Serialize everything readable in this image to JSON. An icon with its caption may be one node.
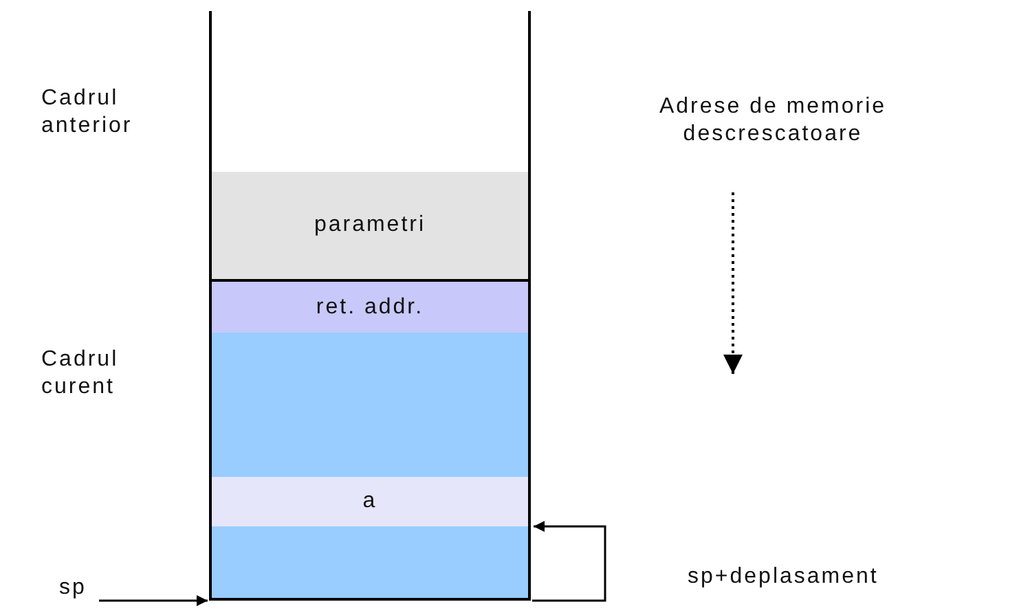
{
  "diagram": {
    "nodes": [
      {
        "text": [
          "parametri"
        ]
      },
      {
        "text": [
          "ret. addr."
        ]
      },
      {
        "text": [],
        "shape": "box"
      },
      {
        "text": [
          "a"
        ]
      },
      {
        "text": [],
        "shape": "box"
      },
      {
        "text": [
          "sp"
        ]
      }
    ],
    "edges": [
      {
        "from": 5,
        "to": 4,
        "arrow": "to"
      },
      {
        "from": 4,
        "to": 3,
        "arrow": "to",
        "label": "sp+deplasament"
      }
    ],
    "labels": [
      "Cadrul anterior",
      "Adrese de memorie descrescatoare",
      "Cadrul curent"
    ]
  }
}
